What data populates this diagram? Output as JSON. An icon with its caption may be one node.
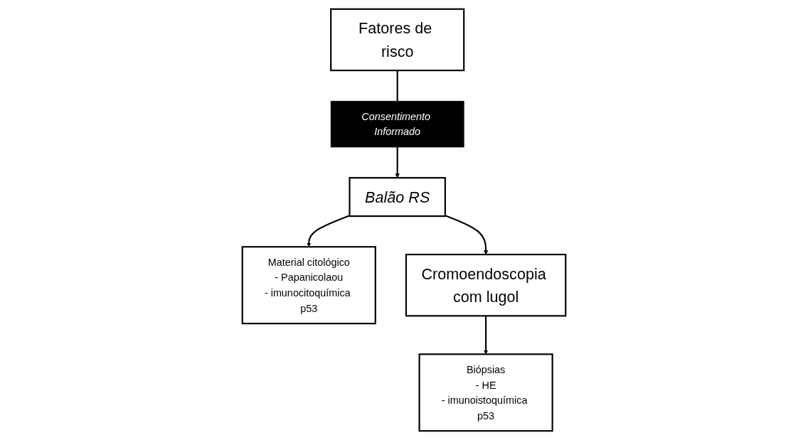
{
  "diagram": {
    "nodes": [
      {
        "text": [
          "Fatores de risco"
        ]
      },
      {
        "text": [
          "Consentimento Informado"
        ]
      },
      {
        "text": [
          "Balão RS"
        ]
      },
      {
        "text": [
          "Material citológico",
          "- Papanicolaou",
          "- imunocitoquímica p53"
        ]
      },
      {
        "text": [
          "Cromoendoscopia com lugol"
        ]
      },
      {
        "text": [
          "Biópsias",
          "- HE",
          "- imunoistoquímica p53"
        ]
      }
    ],
    "edges": [
      {
        "from": 0,
        "to": 1,
        "arrow": "none"
      },
      {
        "from": 1,
        "to": 2,
        "arrow": "to"
      },
      {
        "from": 2,
        "to": 3,
        "arrow": "to"
      },
      {
        "from": 2,
        "to": 4,
        "arrow": "to"
      },
      {
        "from": 4,
        "to": 5,
        "arrow": "to"
      }
    ]
  }
}
